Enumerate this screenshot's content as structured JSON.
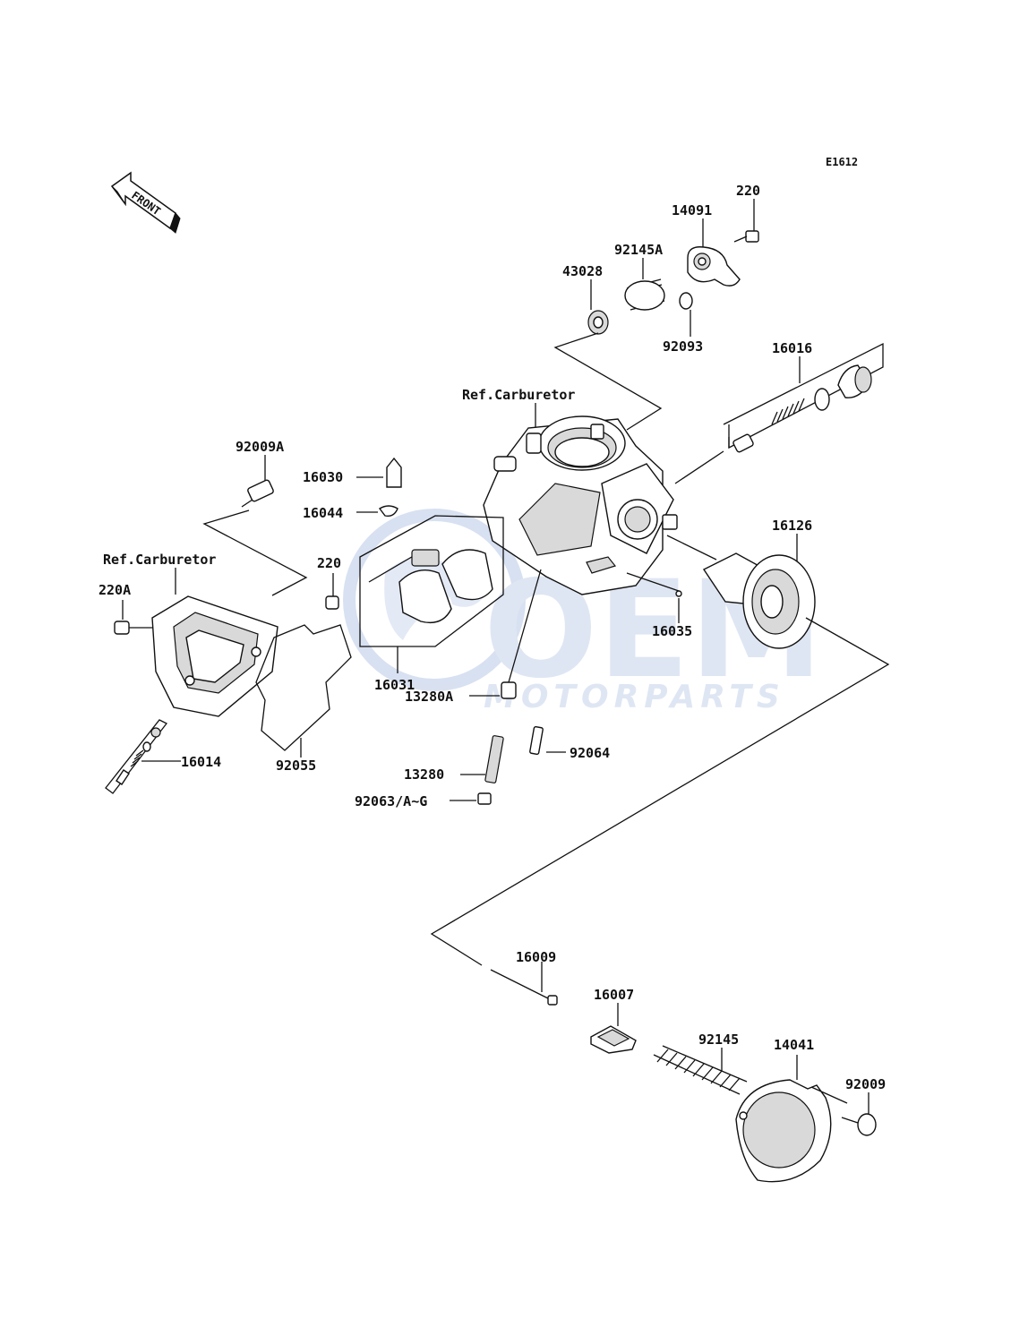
{
  "diagram_code": "E1612",
  "front_label": "FRONT",
  "watermark": {
    "brand": "OEM",
    "tagline": "MOTORPARTS",
    "color": "#b9c9e6"
  },
  "refs": {
    "carburetor_right": "Ref.Carburetor",
    "carburetor_left": "Ref.Carburetor"
  },
  "parts": {
    "p220_top": "220",
    "p14091": "14091",
    "p92145A": "92145A",
    "p43028": "43028",
    "p92093": "92093",
    "p16016": "16016",
    "p92009A": "92009A",
    "p16030": "16030",
    "p16044": "16044",
    "p220_mid": "220",
    "p220A": "220A",
    "p16126": "16126",
    "p16035": "16035",
    "p16031": "16031",
    "p13280A": "13280A",
    "p92064": "92064",
    "p13280": "13280",
    "p92063": "92063/A~G",
    "p16014": "16014",
    "p92055": "92055",
    "p16009": "16009",
    "p16007": "16007",
    "p92145": "92145",
    "p14041": "14041",
    "p92009": "92009"
  }
}
